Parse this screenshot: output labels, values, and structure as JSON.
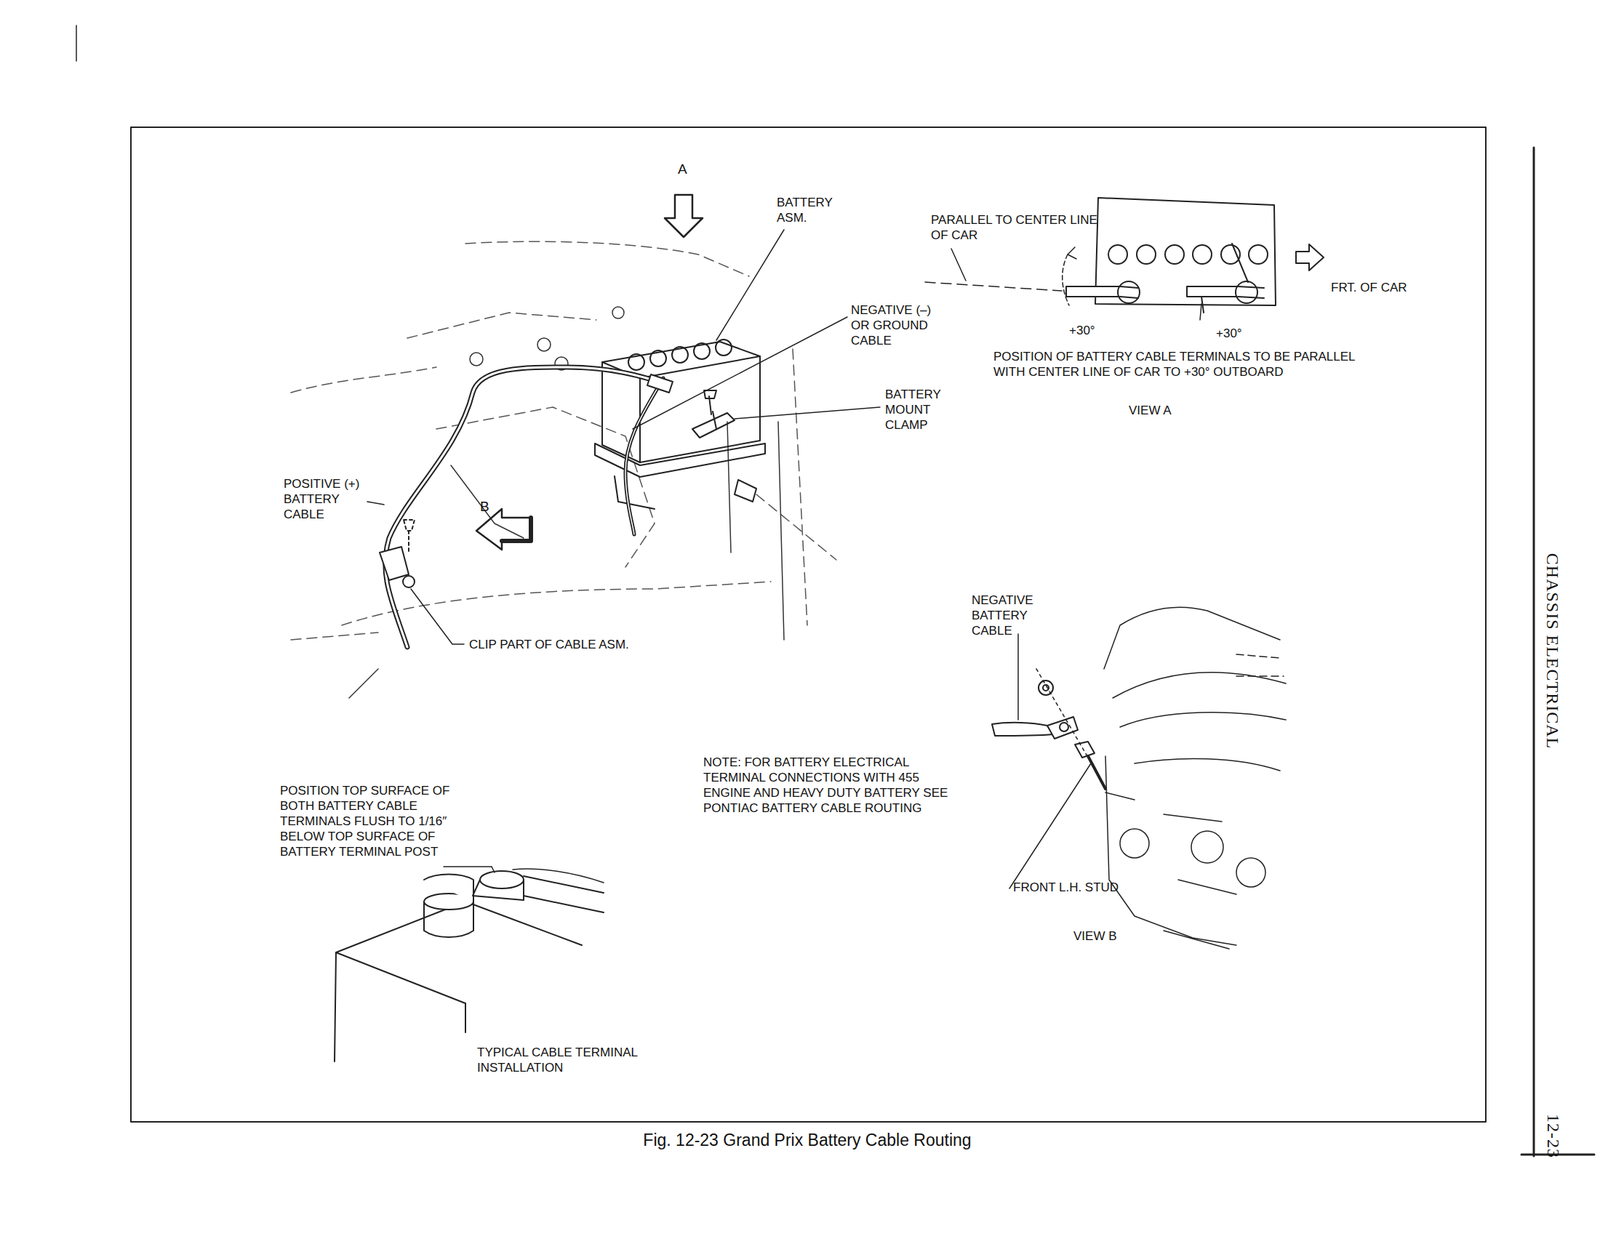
{
  "diagram": {
    "caption": "Fig. 12-23 Grand Prix Battery Cable Routing",
    "labels": [
      "A",
      "BATTERY ASM.",
      "PARALLEL TO CENTER LINE OF CAR",
      "FRT. OF CAR",
      "NEGATIVE (–) OR GROUND CABLE",
      "+30°",
      "+30°",
      "POSITION OF BATTERY CABLE TERMINALS TO BE PARALLEL WITH CENTER LINE OF CAR TO +30° OUTBOARD",
      "VIEW A",
      "BATTERY MOUNT CLAMP",
      "POSITIVE (+) BATTERY CABLE",
      "B",
      "CLIP PART OF CABLE ASM.",
      "NEGATIVE BATTERY CABLE",
      "NOTE: FOR BATTERY ELECTRICAL TERMINAL CONNECTIONS WITH 455 ENGINE AND HEAVY DUTY BATTERY SEE PONTIAC BATTERY CABLE ROUTING",
      "POSITION TOP SURFACE OF BOTH BATTERY CABLE TERMINALS FLUSH TO 1/16″ BELOW TOP SURFACE OF BATTERY TERMINAL POST",
      "FRONT L.H. STUD",
      "VIEW B",
      "TYPICAL CABLE TERMINAL INSTALLATION",
      "CHASSIS ELECTRICAL",
      "12-23"
    ]
  }
}
